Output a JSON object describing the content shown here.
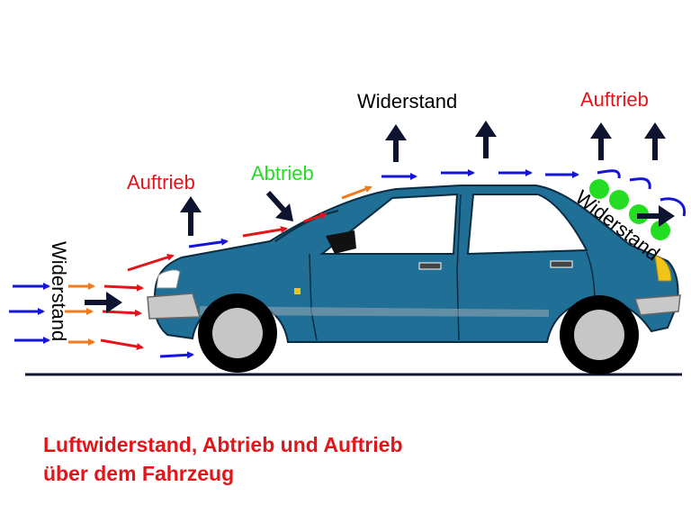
{
  "labels": {
    "widerstand_front": "Widerstand",
    "auftrieb_hood": "Auftrieb",
    "abtrieb_windshield": "Abtrieb",
    "widerstand_roof": "Widerstand",
    "auftrieb_rear": "Auftrieb",
    "widerstand_rear": "Widerstand"
  },
  "caption": {
    "line1": "Luftwiderstand, Abtrieb und Auftrieb",
    "line2": "über dem Fahrzeug"
  },
  "colors": {
    "drag": "#000000",
    "lift": "#e3151a",
    "downforce": "#22dd22",
    "car_body": "#1f6f96",
    "flow_blue": "#1515d8",
    "flow_orange": "#f07a1e",
    "flow_red": "#e3151a",
    "force_arrow": "#0e1430"
  }
}
